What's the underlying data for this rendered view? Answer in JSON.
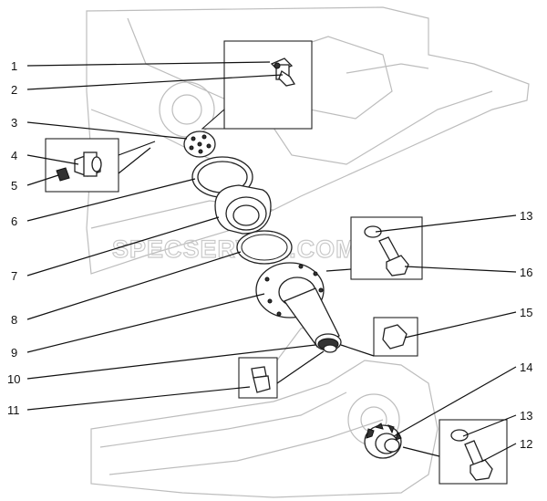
{
  "callouts": [
    {
      "id": "c1",
      "label": "1"
    },
    {
      "id": "c2",
      "label": "2"
    },
    {
      "id": "c3",
      "label": "3"
    },
    {
      "id": "c4",
      "label": "4"
    },
    {
      "id": "c5",
      "label": "5"
    },
    {
      "id": "c6",
      "label": "6"
    },
    {
      "id": "c7",
      "label": "7"
    },
    {
      "id": "c8",
      "label": "8"
    },
    {
      "id": "c9",
      "label": "9"
    },
    {
      "id": "c10",
      "label": "10"
    },
    {
      "id": "c11",
      "label": "11"
    },
    {
      "id": "c12",
      "label": "12"
    },
    {
      "id": "c13a",
      "label": "13"
    },
    {
      "id": "c13b",
      "label": "13"
    },
    {
      "id": "c14",
      "label": "14"
    },
    {
      "id": "c15",
      "label": "15"
    },
    {
      "id": "c16",
      "label": "16"
    }
  ],
  "watermark": "SPECSERVER.COM"
}
